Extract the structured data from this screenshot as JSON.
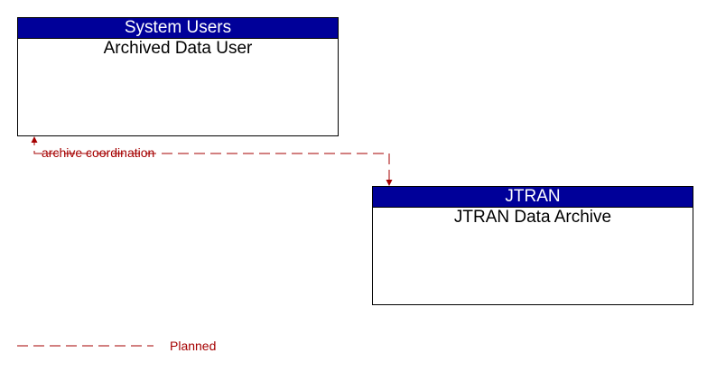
{
  "nodes": {
    "archived_data_user": {
      "category": "System Users",
      "title": "Archived Data User"
    },
    "jtran_data_archive": {
      "category": "JTRAN",
      "title": "JTRAN Data Archive"
    }
  },
  "flows": [
    {
      "label": "archive coordination",
      "from": "JTRAN Data Archive",
      "to": "Archived Data User",
      "direction": "bidirectional",
      "status": "Planned"
    }
  ],
  "legend": {
    "planned_label": "Planned"
  },
  "colors": {
    "header_fill": "#000099",
    "header_text": "#ffffff",
    "planned_flow": "#a50000",
    "box_border": "#000000"
  }
}
